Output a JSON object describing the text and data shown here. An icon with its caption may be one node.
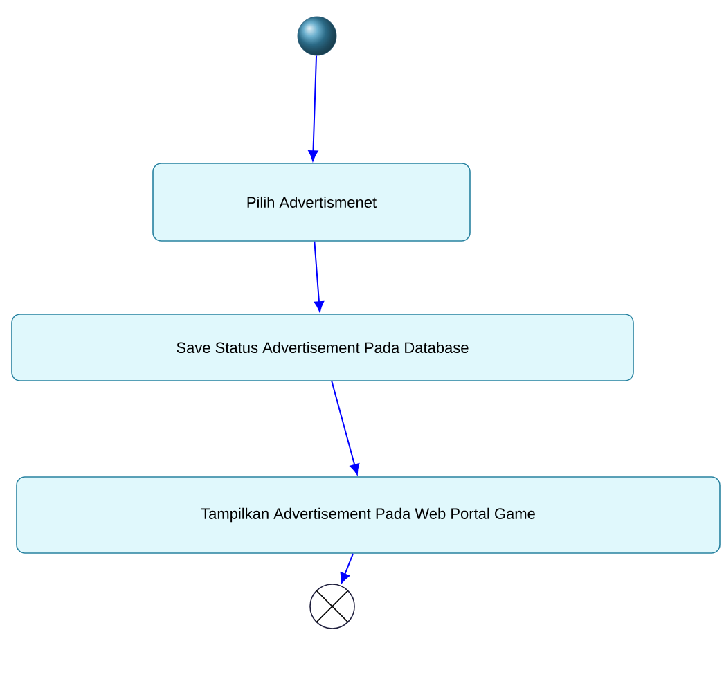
{
  "diagram": {
    "nodes": [
      {
        "text": [],
        "shape": "circle"
      },
      {
        "text": [
          "Pilih Advertismenet"
        ]
      },
      {
        "text": [
          "Save Status Advertisement Pada Database"
        ]
      },
      {
        "text": [
          "Tampilkan Advertisement Pada Web Portal Game"
        ]
      },
      {
        "text": [],
        "shape": "circle"
      }
    ],
    "edges": [
      {
        "from": 0,
        "to": 1,
        "arrow": "to"
      },
      {
        "from": 1,
        "to": 2,
        "arrow": "to"
      },
      {
        "from": 2,
        "to": 3,
        "arrow": "to"
      },
      {
        "from": 3,
        "to": 4,
        "arrow": "to"
      }
    ]
  }
}
